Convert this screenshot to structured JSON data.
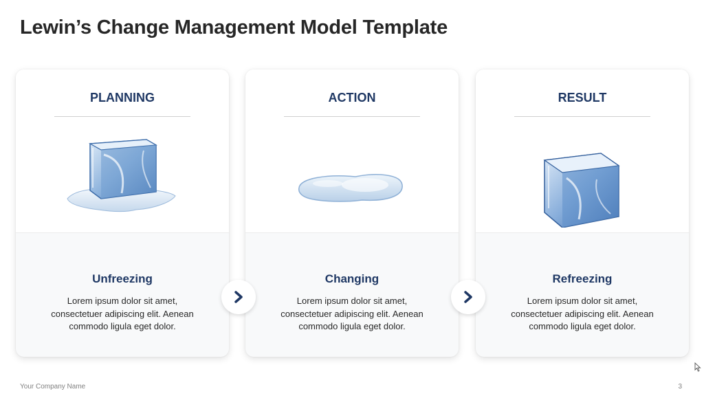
{
  "slide": {
    "title": "Lewin’s Change Management Model Template",
    "company": "Your Company Name",
    "page_number": "3"
  },
  "colors": {
    "heading": "#1f3864",
    "text": "#262626",
    "ice_light": "#c9ddf0",
    "ice_dark": "#4a7bb5"
  },
  "cards": [
    {
      "header": "PLANNING",
      "illustration": "melting-ice-cube-icon",
      "subtitle": "Unfreezing",
      "description": "Lorem ipsum dolor sit amet, consectetuer adipiscing elit. Aenean commodo ligula eget dolor."
    },
    {
      "header": "ACTION",
      "illustration": "water-puddle-icon",
      "subtitle": "Changing",
      "description": "Lorem ipsum dolor sit amet, consectetuer adipiscing elit. Aenean commodo ligula eget dolor."
    },
    {
      "header": "RESULT",
      "illustration": "ice-cube-icon",
      "subtitle": "Refreezing",
      "description": "Lorem ipsum dolor sit amet, consectetuer adipiscing elit. Aenean commodo ligula eget dolor."
    }
  ],
  "arrows": [
    "chevron-right-icon",
    "chevron-right-icon"
  ]
}
